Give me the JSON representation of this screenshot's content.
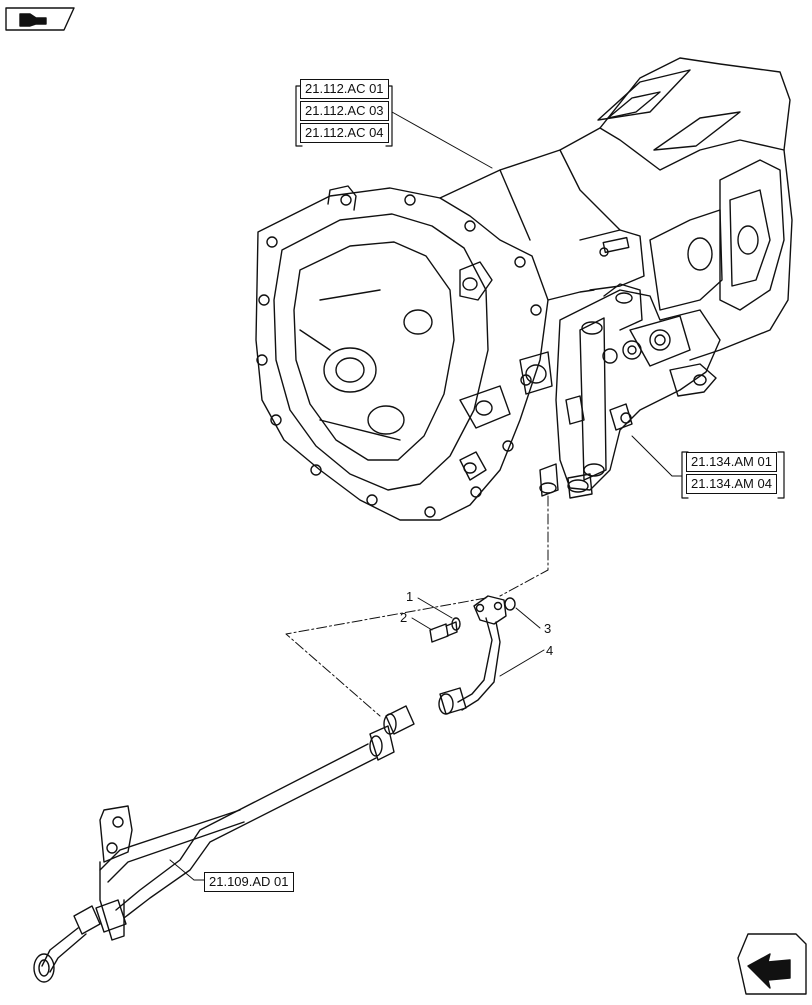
{
  "references": {
    "main_housing": [
      "21.112.AC 01",
      "21.112.AC 03",
      "21.112.AC 04"
    ],
    "valve_block": [
      "21.134.AM 01",
      "21.134.AM 04"
    ],
    "pipe_assembly": [
      "21.109.AD 01"
    ]
  },
  "callouts": [
    "1",
    "2",
    "3",
    "4"
  ],
  "icons": {
    "top_left": "book-arrow-icon",
    "bottom_right": "next-page-arrow-icon"
  }
}
